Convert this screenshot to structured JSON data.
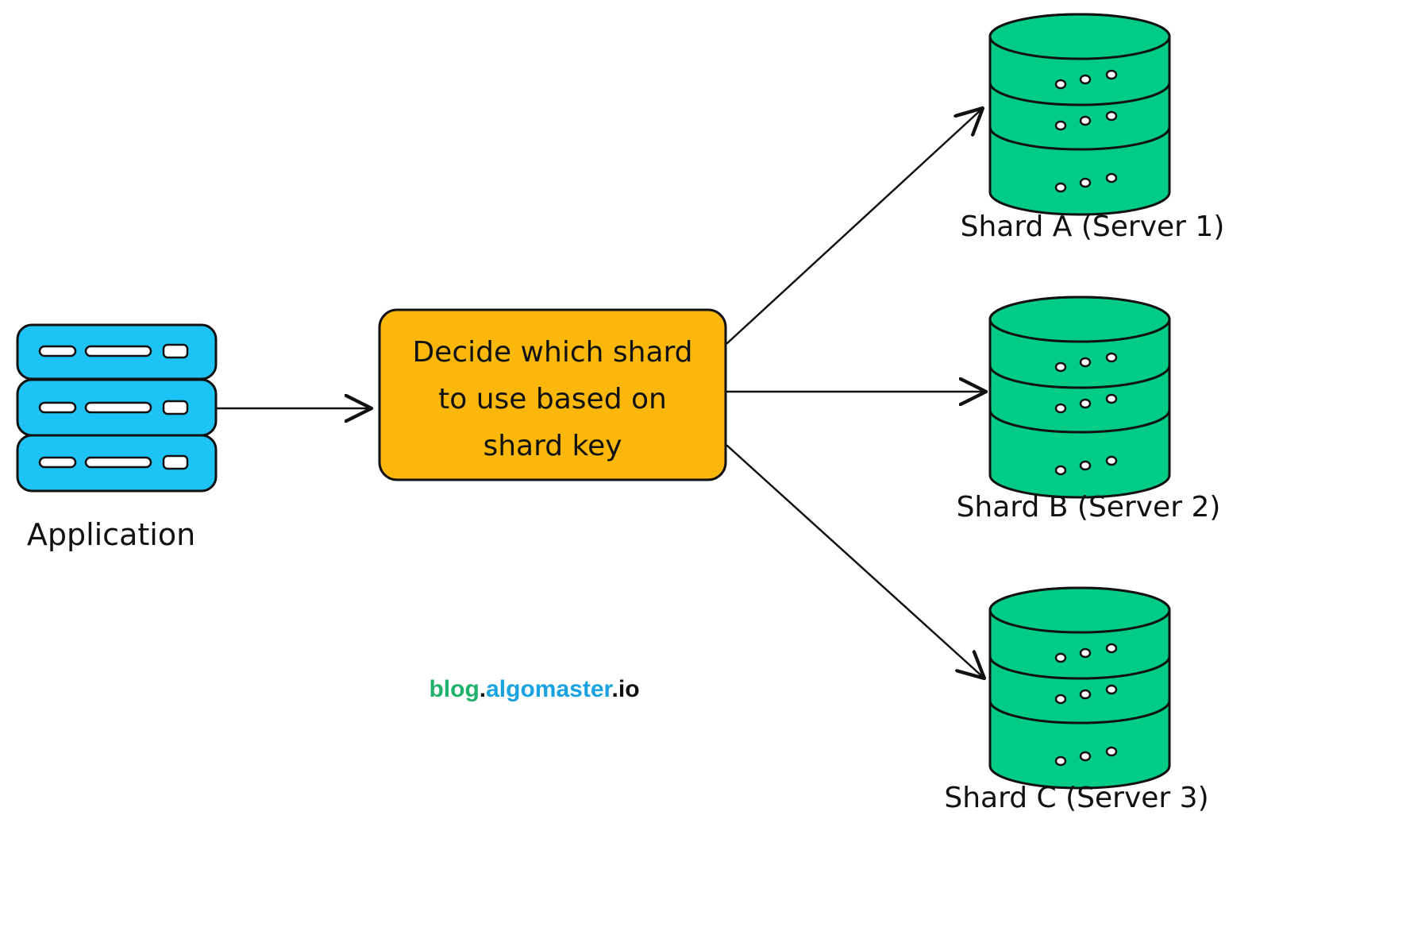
{
  "app": {
    "label": "Application",
    "icon": "server-stack-icon",
    "color": "#1ec3f5"
  },
  "router": {
    "lines": [
      "Decide which shard",
      "to use based on",
      "shard key"
    ],
    "color": "#fbb80a"
  },
  "shards": [
    {
      "label": "Shard A (Server 1)",
      "icon": "database-icon"
    },
    {
      "label": "Shard B (Server 2)",
      "icon": "database-icon"
    },
    {
      "label": "Shard C (Server 3)",
      "icon": "database-icon"
    }
  ],
  "shard_color": "#00cc88",
  "watermark": {
    "part1": "blog",
    "dot1": ".",
    "part2": "algomaster",
    "dot2": ".",
    "part3": "io",
    "color1": "#20b26c",
    "color2": "#1aa3e0",
    "color3": "#111111"
  }
}
